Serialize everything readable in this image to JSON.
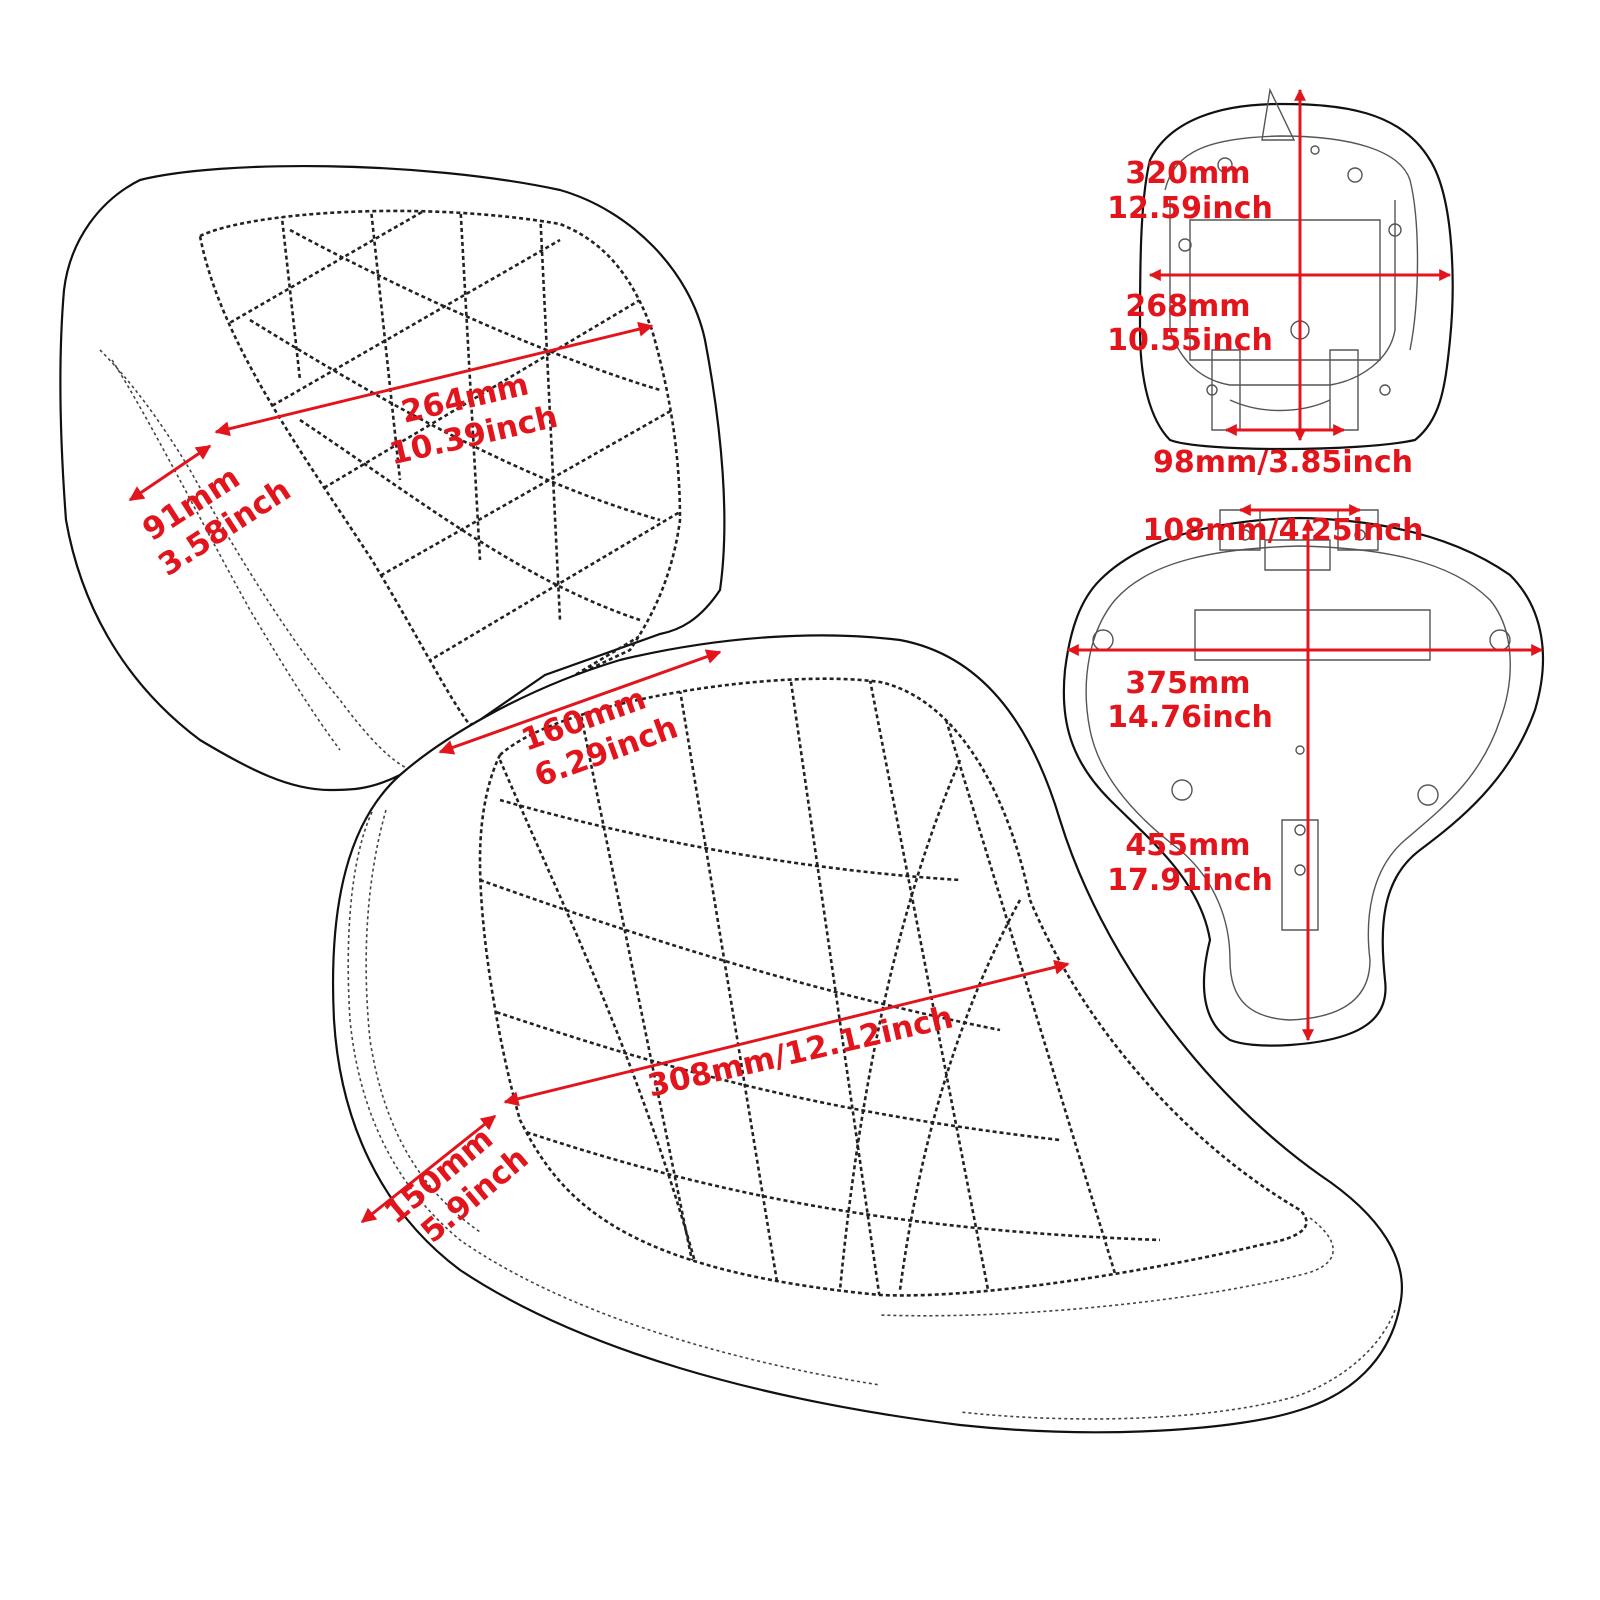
{
  "colors": {
    "dimension": "#e2141c",
    "outline": "#111111",
    "background": "#ffffff"
  },
  "side_view": {
    "backrest_width": {
      "mm": "264mm",
      "inch": "10.39inch"
    },
    "backrest_height": {
      "mm": "91mm",
      "inch": "3.58inch"
    },
    "seat_rear_width": {
      "mm": "160mm",
      "inch": "6.29inch"
    },
    "seat_width": "308mm/12.12inch",
    "seat_height": {
      "mm": "150mm",
      "inch": "5.9inch"
    }
  },
  "rear_seat_bottom": {
    "length": {
      "mm": "320mm",
      "inch": "12.59inch"
    },
    "width": {
      "mm": "268mm",
      "inch": "10.55inch"
    },
    "bracket_spacing": "98mm/3.85inch"
  },
  "front_seat_bottom": {
    "bracket_spacing": "108mm/4.25inch",
    "width": {
      "mm": "375mm",
      "inch": "14.76inch"
    },
    "length": {
      "mm": "455mm",
      "inch": "17.91inch"
    }
  }
}
